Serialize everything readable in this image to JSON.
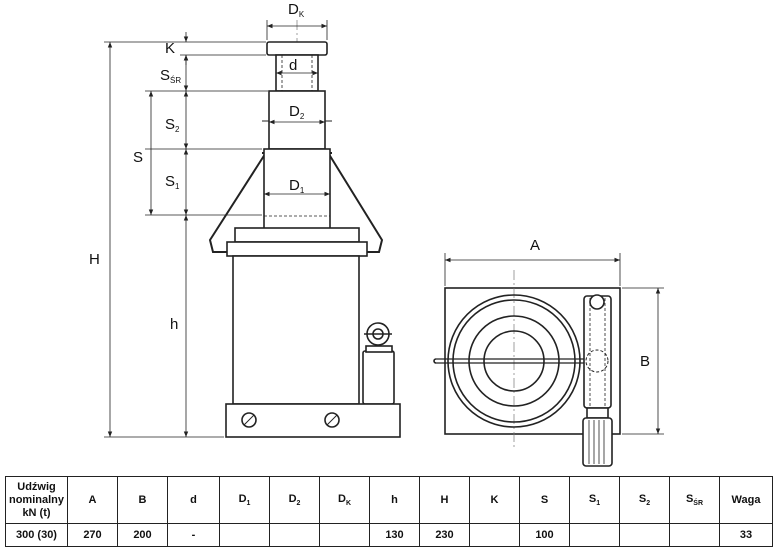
{
  "labels": {
    "dk": "D",
    "dk_sub": "K",
    "k": "K",
    "d": "d",
    "ssr": "S",
    "ssr_sub": "ŚR",
    "d2": "D",
    "d2_sub": "2",
    "s2": "S",
    "s2_sub": "2",
    "s": "S",
    "s1": "S",
    "s1_sub": "1",
    "d1": "D",
    "d1_sub": "1",
    "H": "H",
    "h": "h",
    "a": "A",
    "b": "B"
  },
  "table": {
    "headers": [
      {
        "text": "Udźwig\nnominalny\nkN (t)"
      },
      {
        "text": "A"
      },
      {
        "text": "B"
      },
      {
        "text": "d"
      },
      {
        "text": "D",
        "sub": "1"
      },
      {
        "text": "D",
        "sub": "2"
      },
      {
        "text": "D",
        "sub": "K"
      },
      {
        "text": "h"
      },
      {
        "text": "H"
      },
      {
        "text": "K"
      },
      {
        "text": "S"
      },
      {
        "text": "S",
        "sub": "1"
      },
      {
        "text": "S",
        "sub": "2"
      },
      {
        "text": "S",
        "sub": "ŚR"
      },
      {
        "text": "Waga"
      }
    ],
    "rows": [
      [
        "300 (30)",
        "270",
        "200",
        "-",
        "",
        "",
        "",
        "130",
        "230",
        "",
        "100",
        "",
        "",
        "",
        "33"
      ]
    ]
  }
}
